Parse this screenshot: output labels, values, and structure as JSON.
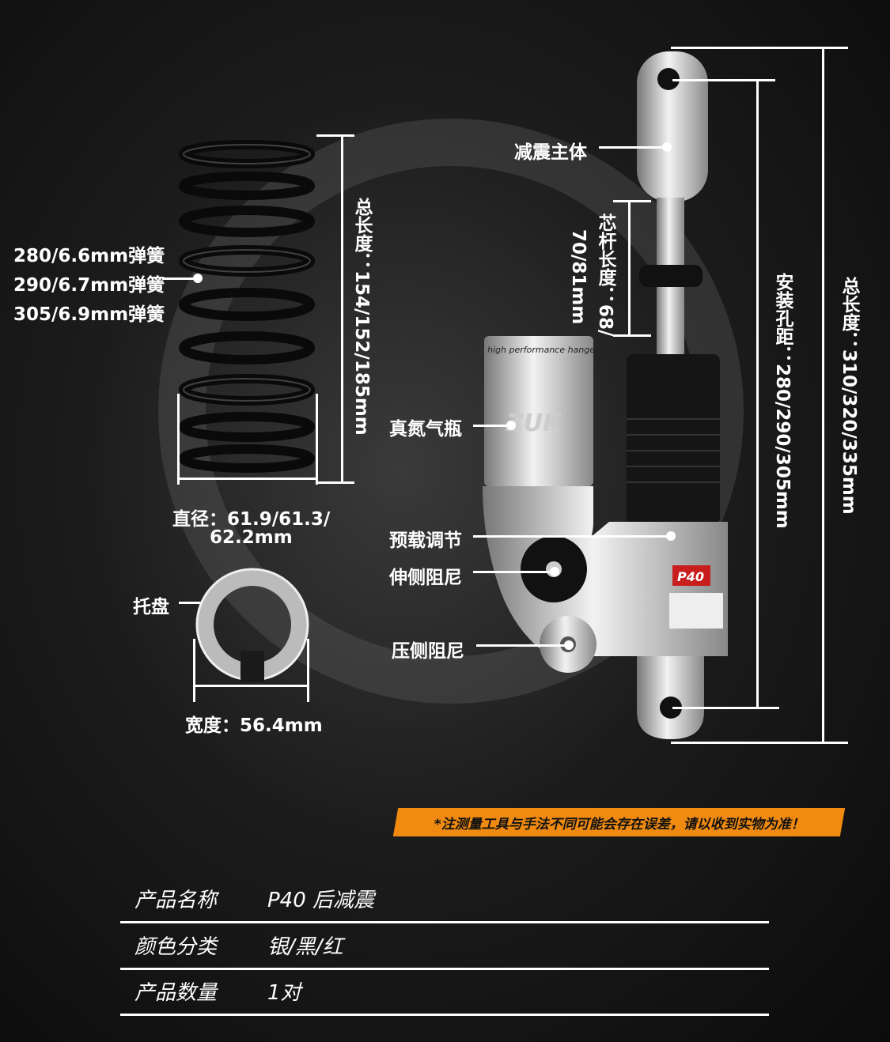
{
  "spring": {
    "labels": [
      "280/6.6mm弹簧",
      "290/6.7mm弹簧",
      "305/6.9mm弹簧"
    ],
    "total_length": "总长度：154/152/185mm",
    "diameter_line1": "直径：61.9/61.3/",
    "diameter_line2": "62.2mm"
  },
  "tray": {
    "label": "托盘",
    "width": "宽度：56.4mm"
  },
  "shock": {
    "body": "减震主体",
    "reservoir": "真氮气瓶",
    "preload": "预载调节",
    "rebound": "伸侧阻尼",
    "compression": "压侧阻尼",
    "rod_length_1": "芯杆长度：68/",
    "rod_length_2": "70/81mm",
    "mount_distance": "安装孔距：280/290/305mm",
    "total_length": "总长度：310/320/335mm",
    "reservoir_text": "high performance hanger",
    "brand": "ZUK",
    "model_badge": "P40"
  },
  "note": "*注测量工具与手法不同可能会存在误差，请以收到实物为准！",
  "specs": [
    {
      "key": "产品名称",
      "value": "P40 后减震"
    },
    {
      "key": "颜色分类",
      "value": "银/黑/红"
    },
    {
      "key": "产品数量",
      "value": "1对"
    }
  ],
  "colors": {
    "accent": "#f08a10"
  }
}
